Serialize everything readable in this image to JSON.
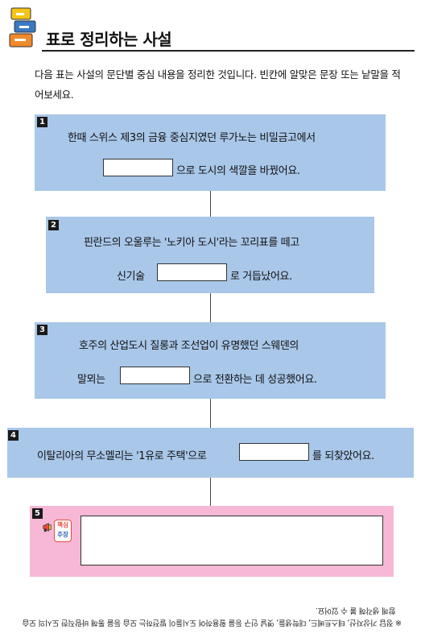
{
  "header": {
    "title": "표로 정리하는 사설",
    "instruction": "다음 표는 사설의 문단별 중심 내용을 정리한 것입니다. 빈칸에 알맞은 문장 또는 낱말을 적어보세요."
  },
  "steps": [
    {
      "num": "1",
      "line1": "한때 스위스 제3의 금융 중심지였던 루가노는 비밀금고에서",
      "line2_after": "으로 도시의 색깔을 바꿨어요."
    },
    {
      "num": "2",
      "line1": "핀란드의 오울루는 '노키아 도시'라는 꼬리표를 떼고",
      "line2_before": "신기술",
      "line2_after": "로 거듭났어요."
    },
    {
      "num": "3",
      "line1": "호주의 산업도시 질롱과 조선업이 유명했던 스웨덴의",
      "line2_before": "말뫼는",
      "line2_after": "으로 전환하는 데 성공했어요."
    },
    {
      "num": "4",
      "line_before": "이탈리아의 무소멜리는 '1유로 주택'으로",
      "line_after": "를 되찾았어요."
    }
  ],
  "summary": {
    "num": "5",
    "badge_line1": "핵심",
    "badge_line2": "주장"
  },
  "footer": {
    "line1": "※ 정답 가상자산, 테스트베드, 대학생들, 옛날 인구 등을 활용하여 도시들이 발전하는 모습 등을 통해 바람직한 도시의 모습을 찾고",
    "line2": "함께 생각해 볼 수 있어요."
  }
}
